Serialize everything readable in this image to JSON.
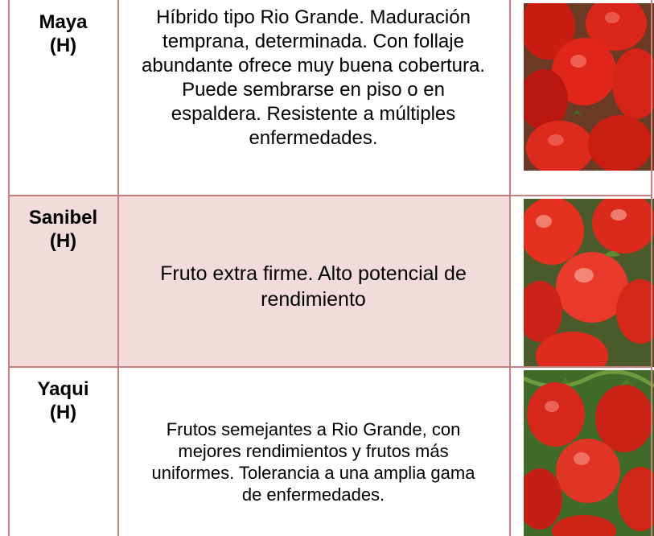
{
  "rows": [
    {
      "name": "Maya",
      "type": "(H)",
      "description": "Híbrido tipo Rio Grande. Maduración temprana, determinada. Con follaje abundante ofrece muy buena cobertura. Puede sembrarse en piso o en espaldera. Resistente a múltiples enfermedades.",
      "image": "tomato-photo-icon"
    },
    {
      "name": "Sanibel",
      "type": "(H)",
      "description": "Fruto extra firme. Alto potencial de rendimiento",
      "image": "tomato-photo-icon"
    },
    {
      "name": "Yaqui",
      "type": "(H)",
      "description": "Frutos semejantes a Rio Grande, con mejores rendimientos y frutos más uniformes. Tolerancia a una amplia gama de enfermedades.",
      "image": "tomato-photo-icon"
    }
  ],
  "colors": {
    "border": "#c4807e",
    "shade": "#f2dbdb",
    "tomato": "#e0261b"
  }
}
